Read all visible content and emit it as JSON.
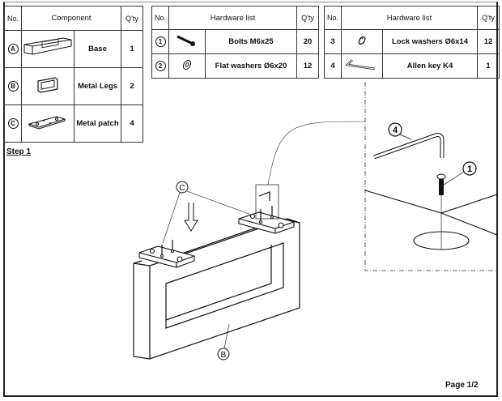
{
  "component_table": {
    "headers": {
      "no": "No.",
      "component": "Component",
      "qty": "Q'ty"
    },
    "rows": [
      {
        "no": "A",
        "name": "Base",
        "qty": "1",
        "icon": "tv-stand-base-icon"
      },
      {
        "no": "B",
        "name": "Metal Legs",
        "qty": "2",
        "icon": "metal-leg-frame-icon"
      },
      {
        "no": "C",
        "name": "Metal patch",
        "qty": "4",
        "icon": "metal-plate-icon"
      }
    ]
  },
  "hardware_table_1": {
    "headers": {
      "no": "No.",
      "item": "Hardware list",
      "qty": "Q'ty"
    },
    "rows": [
      {
        "no": "1",
        "name": "Bolts M6x25",
        "qty": "20",
        "icon": "bolt-icon"
      },
      {
        "no": "2",
        "name": "Flat washers Ø6x20",
        "qty": "12",
        "icon": "flat-washer-icon"
      }
    ]
  },
  "hardware_table_2": {
    "headers": {
      "no": "No.",
      "item": "Hardware list",
      "qty": "Q'ty"
    },
    "rows": [
      {
        "no": "3",
        "name": "Lock washers Ø6x14",
        "qty": "12",
        "icon": "lock-washer-icon"
      },
      {
        "no": "4",
        "name": "Allen key K4",
        "qty": "1",
        "icon": "allen-key-icon"
      }
    ]
  },
  "step_label": "Step 1",
  "callouts": {
    "plate": "C",
    "leg": "B",
    "allen_key": "4",
    "bolt": "1"
  },
  "page_label": "Page 1/2"
}
